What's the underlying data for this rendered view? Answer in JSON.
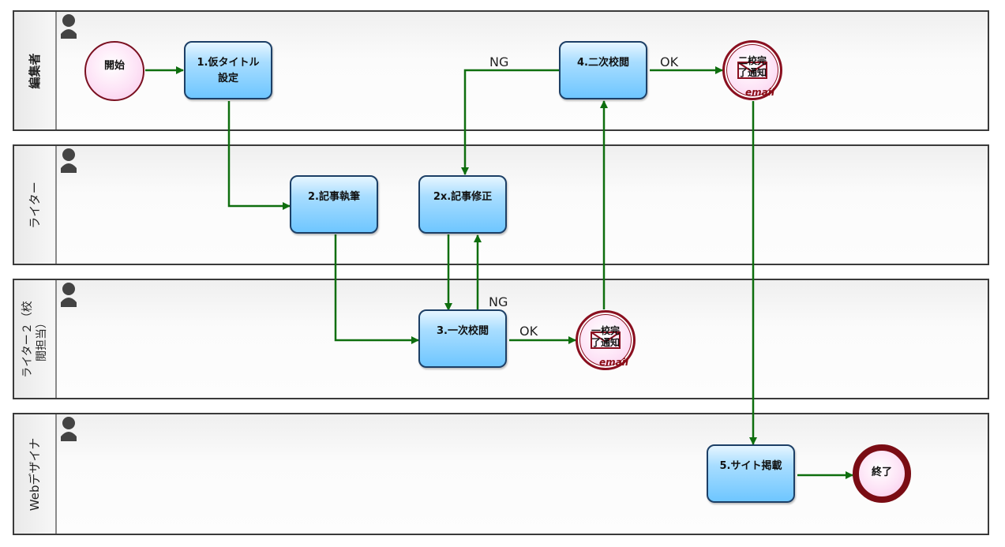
{
  "lanes": [
    {
      "id": "editor",
      "label": "編集者"
    },
    {
      "id": "writer",
      "label": "ライター"
    },
    {
      "id": "writer2",
      "label": "ライター２（校\n閲担当）"
    },
    {
      "id": "designer",
      "label": "Webデザイナ"
    }
  ],
  "events": {
    "start": "開始",
    "end": "終了",
    "notify1": "一校完\n了通知",
    "notify2": "二校完\n了通知",
    "email_tag": "email"
  },
  "tasks": {
    "t1": "1.仮タイトル\n設定",
    "t2": "2.記事執筆",
    "t2x": "2x.記事修正",
    "t3": "3.一次校閲",
    "t4": "4.二次校閲",
    "t5": "5.サイト掲載"
  },
  "flow_labels": {
    "ng_top": "NG",
    "ok_top": "OK",
    "ng_mid": "NG",
    "ok_mid": "OK"
  },
  "colors": {
    "flow": "#0e6e0e",
    "task_border": "#1c3f66",
    "event_border": "#7a1020"
  }
}
